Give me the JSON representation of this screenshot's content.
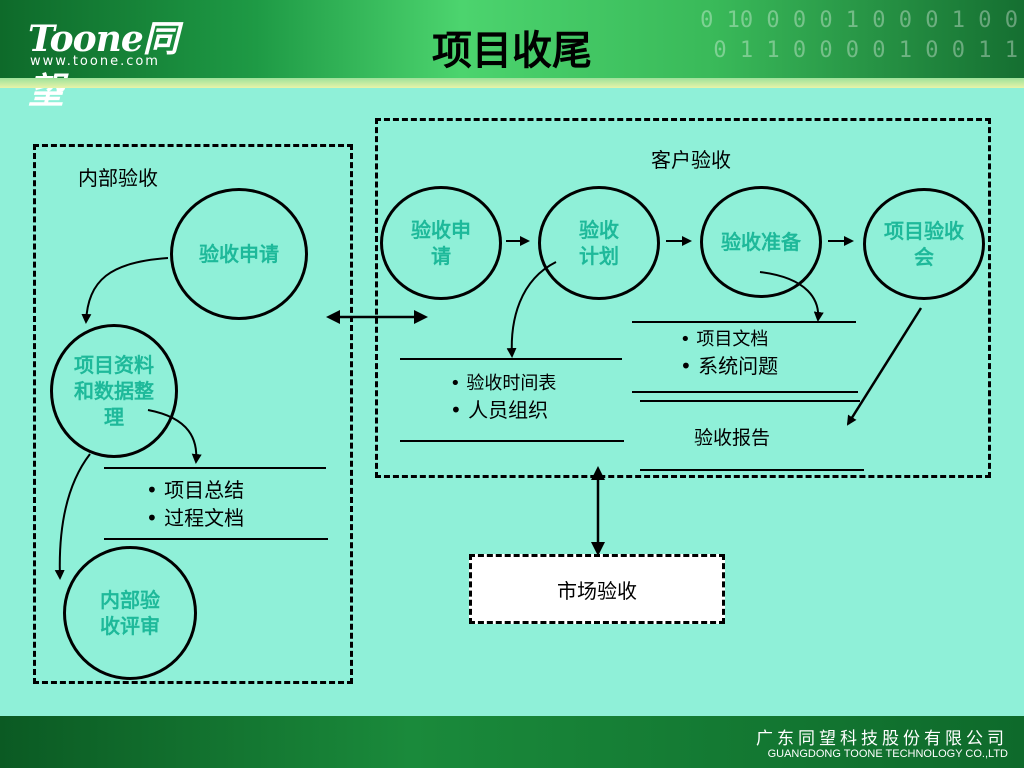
{
  "header": {
    "logo": "Toone同望",
    "logo_url": "www.toone.com",
    "title": "项目收尾",
    "binary_line1": "0 10 0 0 0 1 0 0 0 1 0 0",
    "binary_line2": "0 1 1 0 0 0 0 1 0 0 1 1"
  },
  "internal": {
    "title": "内部验收",
    "node_apply": "验收申请",
    "node_data_line1": "项目资料",
    "node_data_line2": "和数据整",
    "node_data_line3": "理",
    "items": [
      "项目总结",
      "过程文档"
    ],
    "node_review_line1": "内部验",
    "node_review_line2": "收评审"
  },
  "customer": {
    "title": "客户验收",
    "node_apply_line1": "验收申",
    "node_apply_line2": "请",
    "node_plan_line1": "验收",
    "node_plan_line2": "计划",
    "node_prepare": "验收准备",
    "node_meeting_line1": "项目验收",
    "node_meeting_line2": "会",
    "plan_items": [
      "验收时间表",
      "人员组织"
    ],
    "prepare_items": [
      "项目文档",
      "系统问题"
    ],
    "report": "验收报告"
  },
  "market": {
    "label": "市场验收"
  },
  "footer": {
    "company_cn": "广东同望科技股份有限公司",
    "company_en": "GUANGDONG TOONE TECHNOLOGY CO.,LTD"
  }
}
